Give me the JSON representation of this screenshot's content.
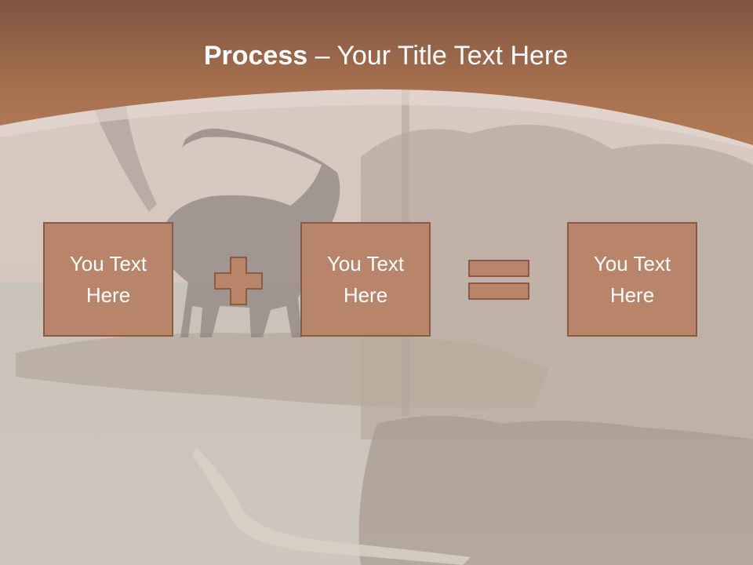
{
  "title": {
    "bold": "Process",
    "rest": " – Your Title Text Here"
  },
  "boxes": [
    {
      "text": "You Text Here"
    },
    {
      "text": "You Text Here"
    },
    {
      "text": "You Text Here"
    }
  ],
  "colors": {
    "header": "#a8704f",
    "box_fill": "#b8856a",
    "box_border": "#8a5a44"
  }
}
